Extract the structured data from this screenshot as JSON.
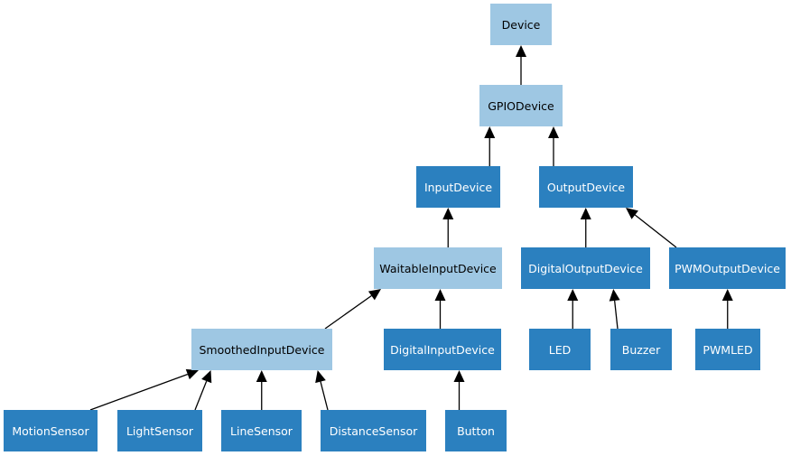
{
  "diagram": {
    "colors": {
      "abstract_fill": "#9ec7e3",
      "abstract_text": "#000000",
      "concrete_fill": "#2b80bf",
      "concrete_text": "#ffffff",
      "edge": "#000000"
    },
    "nodes": {
      "device": "Device",
      "gpio_device": "GPIODevice",
      "input_device": "InputDevice",
      "output_device": "OutputDevice",
      "waitable_input_device": "WaitableInputDevice",
      "digital_output_device": "DigitalOutputDevice",
      "pwm_output_device": "PWMOutputDevice",
      "smoothed_input_device": "SmoothedInputDevice",
      "digital_input_device": "DigitalInputDevice",
      "led": "LED",
      "buzzer": "Buzzer",
      "pwmled": "PWMLED",
      "motion_sensor": "MotionSensor",
      "light_sensor": "LightSensor",
      "line_sensor": "LineSensor",
      "distance_sensor": "DistanceSensor",
      "button": "Button"
    },
    "edges": [
      {
        "from": "gpio_device",
        "to": "device"
      },
      {
        "from": "input_device",
        "to": "gpio_device"
      },
      {
        "from": "output_device",
        "to": "gpio_device"
      },
      {
        "from": "waitable_input_device",
        "to": "input_device"
      },
      {
        "from": "digital_output_device",
        "to": "output_device"
      },
      {
        "from": "pwm_output_device",
        "to": "output_device"
      },
      {
        "from": "smoothed_input_device",
        "to": "waitable_input_device"
      },
      {
        "from": "digital_input_device",
        "to": "waitable_input_device"
      },
      {
        "from": "led",
        "to": "digital_output_device"
      },
      {
        "from": "buzzer",
        "to": "digital_output_device"
      },
      {
        "from": "pwmled",
        "to": "pwm_output_device"
      },
      {
        "from": "motion_sensor",
        "to": "smoothed_input_device"
      },
      {
        "from": "light_sensor",
        "to": "smoothed_input_device"
      },
      {
        "from": "line_sensor",
        "to": "smoothed_input_device"
      },
      {
        "from": "distance_sensor",
        "to": "smoothed_input_device"
      },
      {
        "from": "button",
        "to": "digital_input_device"
      }
    ]
  }
}
